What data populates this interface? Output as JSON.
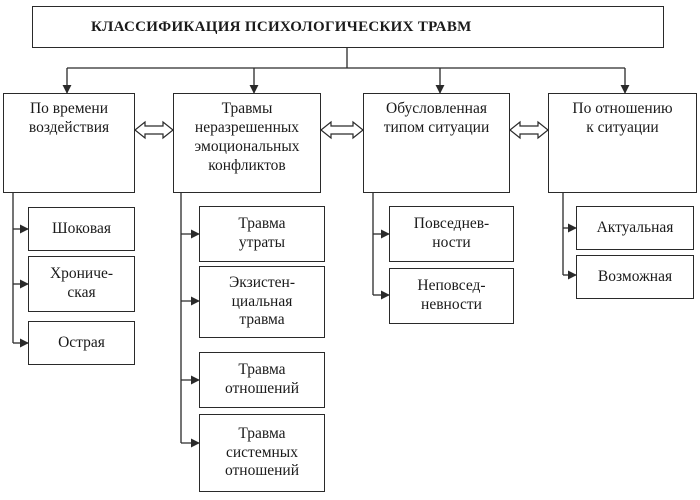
{
  "diagram": {
    "title": "КЛАССИФИКАЦИЯ ПСИХОЛОГИЧЕСКИХ ТРАВМ",
    "categories": [
      {
        "label": "По времени\nвоздействия",
        "items": [
          "Шоковая",
          "Хрониче-\nская",
          "Острая"
        ]
      },
      {
        "label": "Травмы\nнеразрешенных\nэмоциональных\nконфликтов",
        "items": [
          "Травма\nутраты",
          "Экзистен-\nциальная\nтравма",
          "Травма\nотношений",
          "Травма\nсистемных\nотношений"
        ]
      },
      {
        "label": "Обусловленная\nтипом ситуации",
        "items": [
          "Повседнев-\nности",
          "Неповсед-\nневности"
        ]
      },
      {
        "label": "По отношению\nк ситуации",
        "items": [
          "Актуальная",
          "Возможная"
        ]
      }
    ]
  }
}
